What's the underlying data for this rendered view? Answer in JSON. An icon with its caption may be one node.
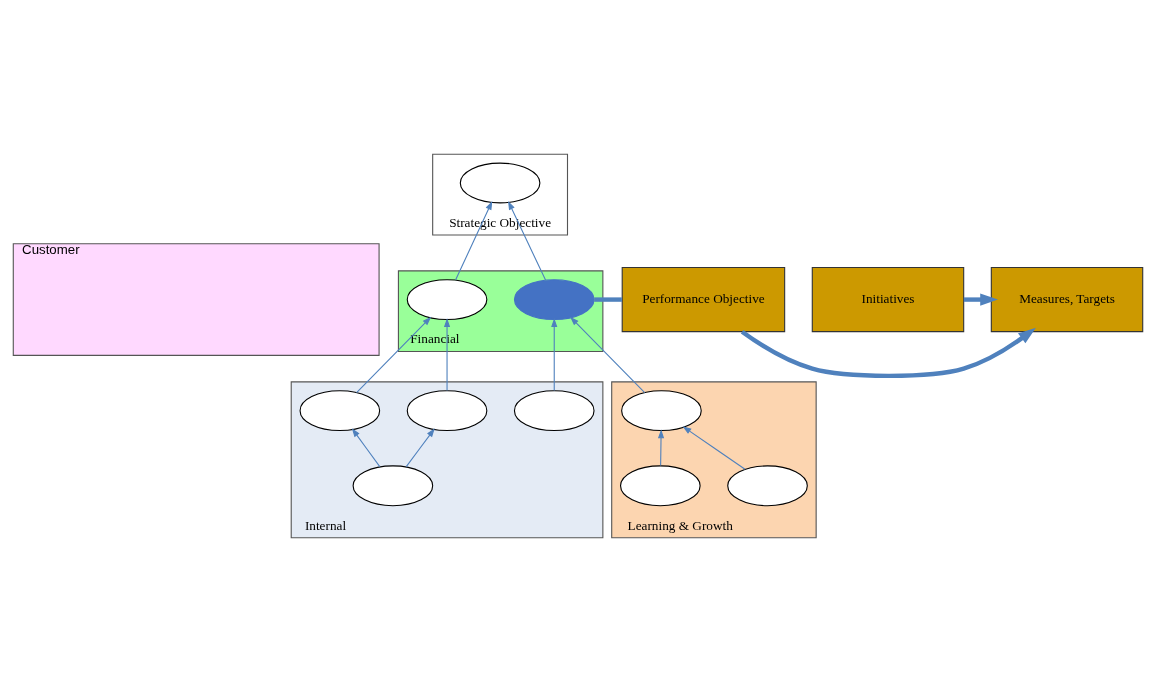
{
  "diagram": {
    "nodes": [
      {
        "text": [
          "Strategic Objective"
        ]
      },
      {
        "text": [],
        "shape": "ellipse",
        "in": 0
      },
      {
        "text": [
          "Financial"
        ]
      },
      {
        "text": [],
        "shape": "ellipse",
        "in": 2
      },
      {
        "text": [],
        "shape": "ellipse",
        "in": 2
      },
      {
        "text": [
          "Performance Objective"
        ]
      },
      {
        "text": [
          "Measures, Targets"
        ]
      },
      {
        "text": [
          "Initiatives"
        ]
      },
      {
        "text": [
          "Customer"
        ]
      },
      {
        "text": [
          "Internal"
        ]
      },
      {
        "text": [],
        "shape": "ellipse",
        "in": 9
      },
      {
        "text": [],
        "shape": "ellipse",
        "in": 9
      },
      {
        "text": [],
        "shape": "ellipse",
        "in": 9
      },
      {
        "text": [],
        "shape": "ellipse",
        "in": 9
      },
      {
        "text": [
          "Learning & Growth"
        ]
      },
      {
        "text": [],
        "shape": "ellipse",
        "in": 14
      },
      {
        "text": [],
        "shape": "ellipse",
        "in": 14
      },
      {
        "text": [],
        "shape": "ellipse",
        "in": 14
      }
    ],
    "edges": [
      {
        "from": 3,
        "to": 1,
        "arrow": "to"
      },
      {
        "from": 4,
        "to": 1,
        "arrow": "to"
      },
      {
        "from": 10,
        "to": 3,
        "arrow": "to"
      },
      {
        "from": 11,
        "to": 3,
        "arrow": "to"
      },
      {
        "from": 12,
        "to": 4,
        "arrow": "to"
      },
      {
        "from": 15,
        "to": 4,
        "arrow": "to"
      },
      {
        "from": 13,
        "to": 10,
        "arrow": "to"
      },
      {
        "from": 13,
        "to": 11,
        "arrow": "to"
      },
      {
        "from": 16,
        "to": 15,
        "arrow": "to"
      },
      {
        "from": 17,
        "to": 15,
        "arrow": "to"
      },
      {
        "from": 4,
        "to": 5,
        "arrow": "none",
        "style": "thick"
      },
      {
        "from": 5,
        "to": 6,
        "arrow": "to",
        "style": "thick"
      },
      {
        "from": 7,
        "to": 6,
        "arrow": "to",
        "style": "thick"
      }
    ]
  }
}
